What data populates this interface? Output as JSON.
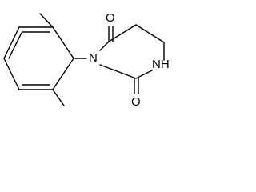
{
  "structure": {
    "atoms": {
      "o_top": "O",
      "n_ring": "N",
      "nh": "NH",
      "o_bottom": "O",
      "me_top": "",
      "me_bottom": ""
    }
  }
}
